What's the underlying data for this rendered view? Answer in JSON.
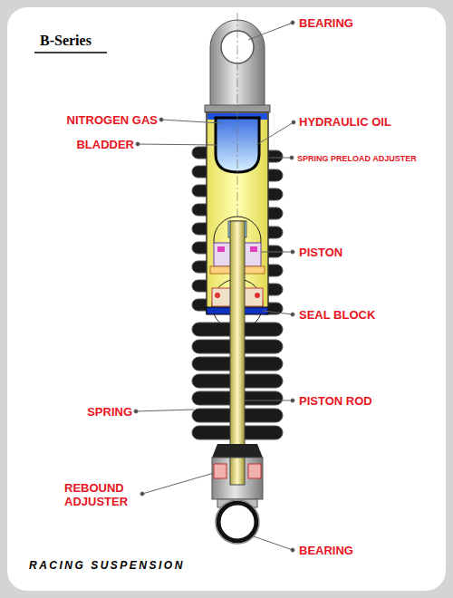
{
  "diagram": {
    "title": "B-Series",
    "caption": "RACING SUSPENSION",
    "labels": [
      "BEARING",
      "NITROGEN GAS",
      "HYDRAULIC OIL",
      "BLADDER",
      "SPRING PRELOAD ADJUSTER",
      "PISTON",
      "SEAL BLOCK",
      "SPRING",
      "PISTON ROD",
      "REBOUND ADJUSTER",
      "BEARING"
    ]
  }
}
